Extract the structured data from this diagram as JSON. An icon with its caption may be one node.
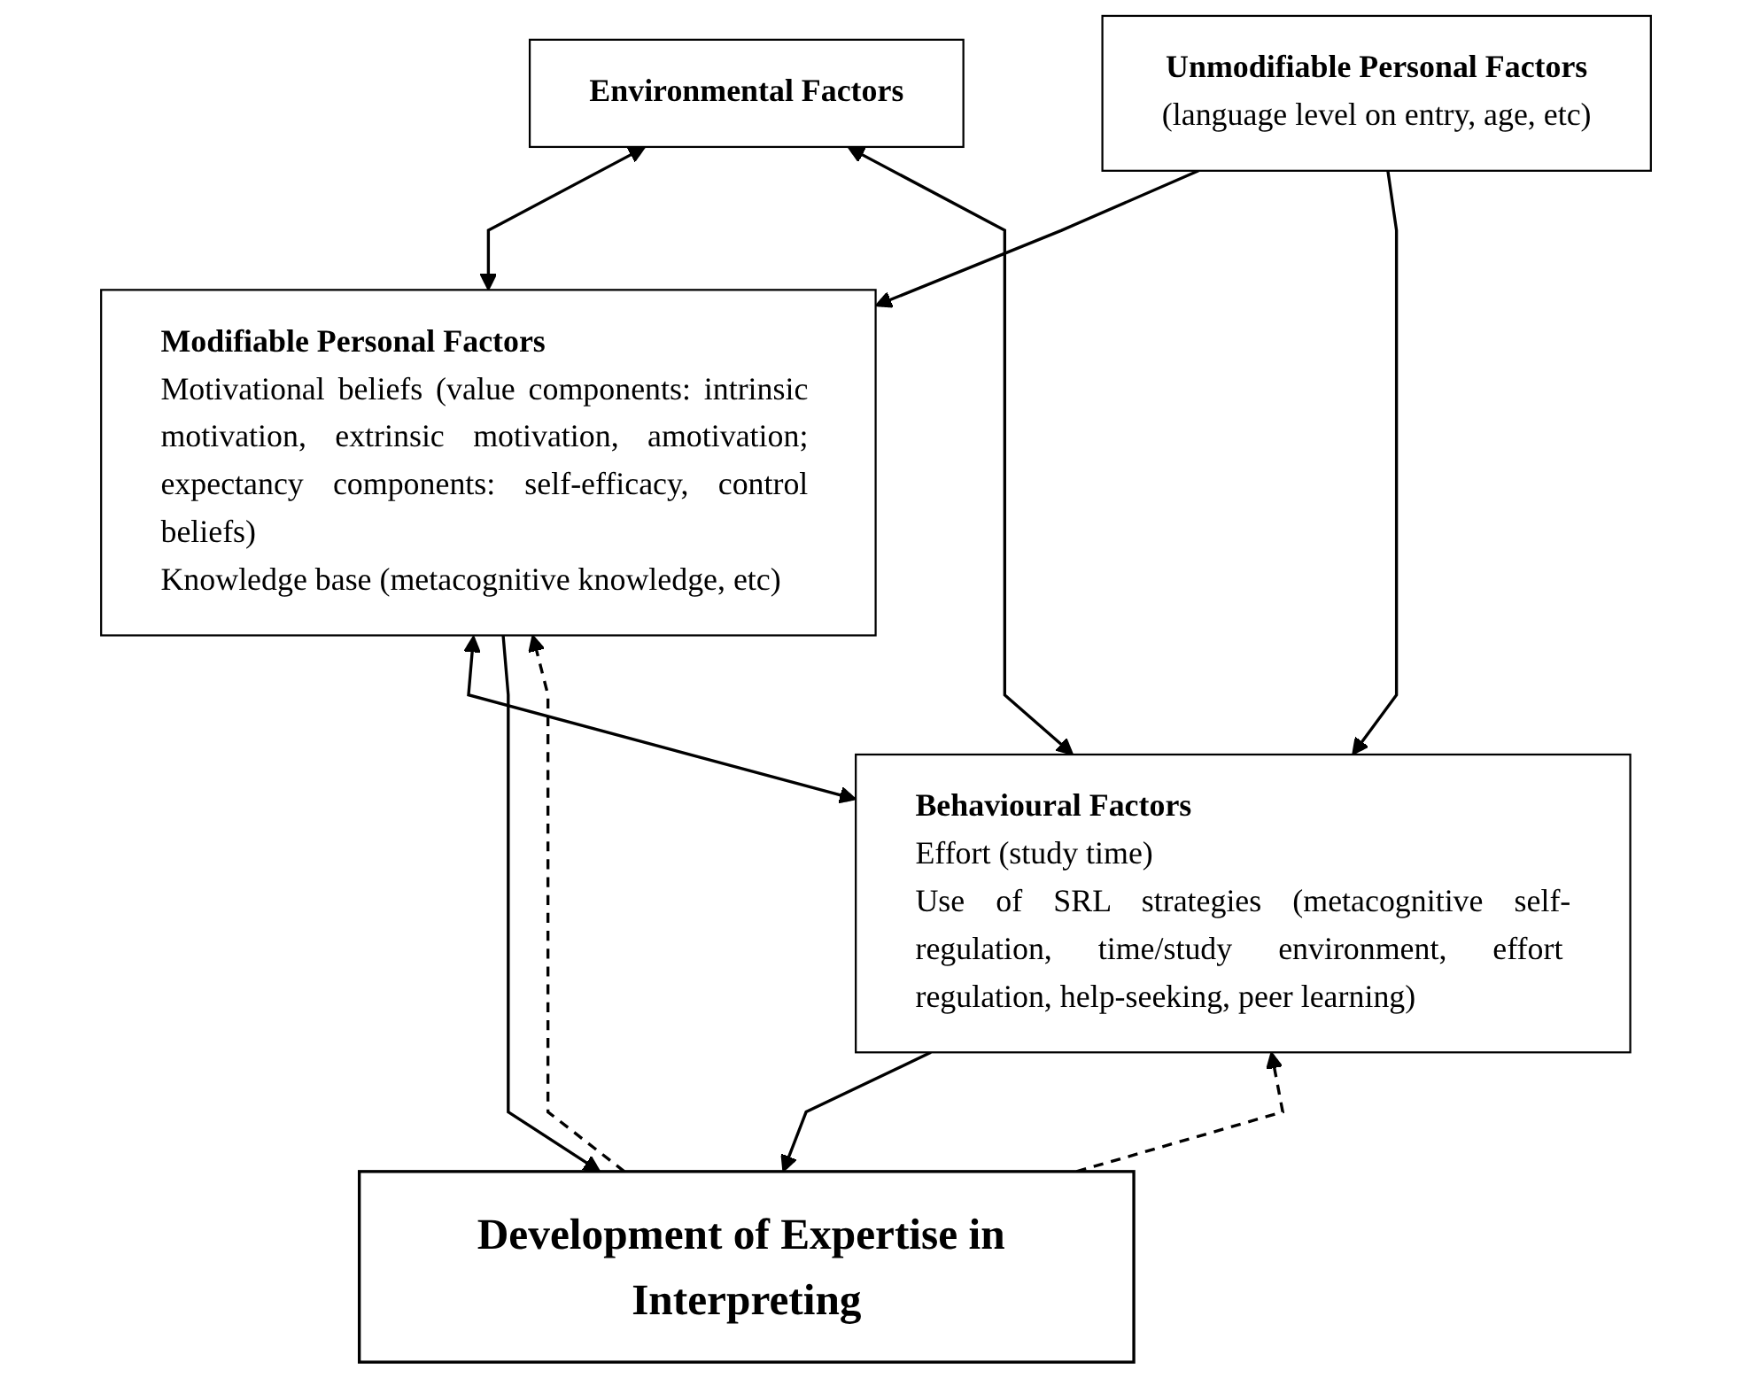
{
  "diagram": {
    "nodes": [
      {
        "text": [
          "Environmental Factors"
        ]
      },
      {
        "text": [
          "Unmodifiable Personal Factors",
          "(language level on entry, age, etc)"
        ]
      },
      {
        "text": [
          "Modifiable Personal Factors",
          "Motivational beliefs (value components: intrinsic motivation, extrinsic motivation, amotivation; expectancy components: self-efficacy, control beliefs)",
          "Knowledge base (metacognitive knowledge, etc)"
        ]
      },
      {
        "text": [
          "Behavioural Factors",
          "Effort (study time)",
          "Use of SRL strategies (metacognitive self-regulation, time/study environment, effort regulation, help-seeking, peer learning)"
        ]
      },
      {
        "text": [
          "Development of Expertise in Interpreting"
        ]
      }
    ],
    "edges": [
      {
        "from": 0,
        "to": 2,
        "arrow": "both"
      },
      {
        "from": 0,
        "to": 3,
        "arrow": "both"
      },
      {
        "from": 1,
        "to": 2,
        "arrow": "to"
      },
      {
        "from": 1,
        "to": 3,
        "arrow": "to"
      },
      {
        "from": 2,
        "to": 3,
        "arrow": "both"
      },
      {
        "from": 2,
        "to": 4,
        "arrow": "to"
      },
      {
        "from": 3,
        "to": 4,
        "arrow": "to"
      },
      {
        "from": 4,
        "to": 2,
        "arrow": "to",
        "style": "dashed"
      },
      {
        "from": 4,
        "to": 3,
        "arrow": "to",
        "style": "dashed"
      }
    ]
  }
}
